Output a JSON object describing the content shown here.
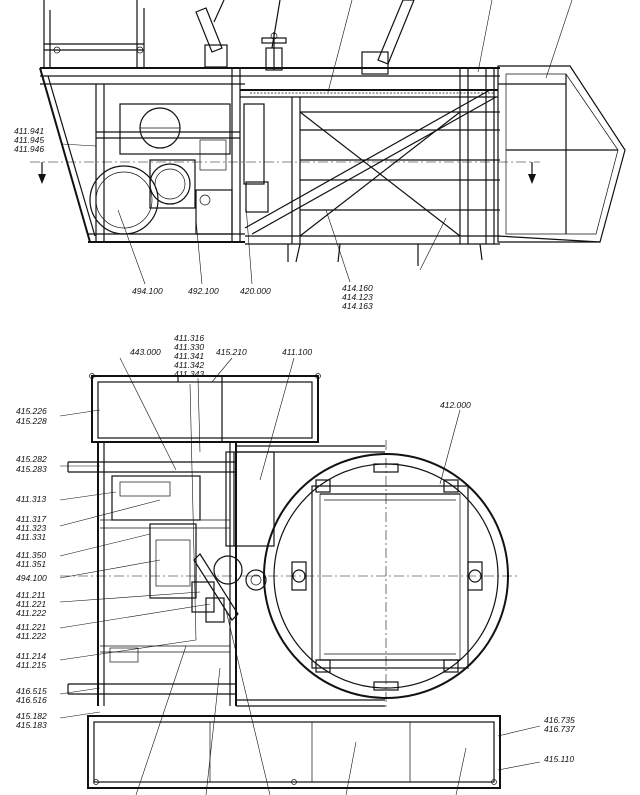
{
  "top_view": {
    "labels": {
      "l411941": "411.941",
      "l411945": "411.945",
      "l411946": "411.946",
      "l494100": "494.100",
      "l492100": "492.100",
      "l420000": "420.000",
      "l414160": "414.160",
      "l414123": "414.123",
      "l414163": "414.163"
    }
  },
  "plan_view": {
    "labels": {
      "l443000": "443.000",
      "l411316": "411.316",
      "l411330": "411.330",
      "l411341": "411.341",
      "l411342": "411.342",
      "l411343": "411.343",
      "l415210": "415.210",
      "l411100": "411.100",
      "l412000": "412.000",
      "l415226": "415.226",
      "l415228": "415.228",
      "l415282": "415.282",
      "l415283": "415.283",
      "l411313": "411.313",
      "l411317": "411.317",
      "l411323": "411.323",
      "l411331": "411.331",
      "l411350": "411.350",
      "l411351": "411.351",
      "l494100b": "494.100",
      "l411211": "411.211",
      "l411221": "411.221",
      "l411222": "411.222",
      "l411221b": "411.221",
      "l411222b": "411.222",
      "l411214": "411.214",
      "l411215": "411.215",
      "l416515": "416.515",
      "l416516": "416.516",
      "l415182": "415.182",
      "l415183": "415.183",
      "l416735": "416.735",
      "l416737": "416.737",
      "l415110": "415.110"
    }
  }
}
